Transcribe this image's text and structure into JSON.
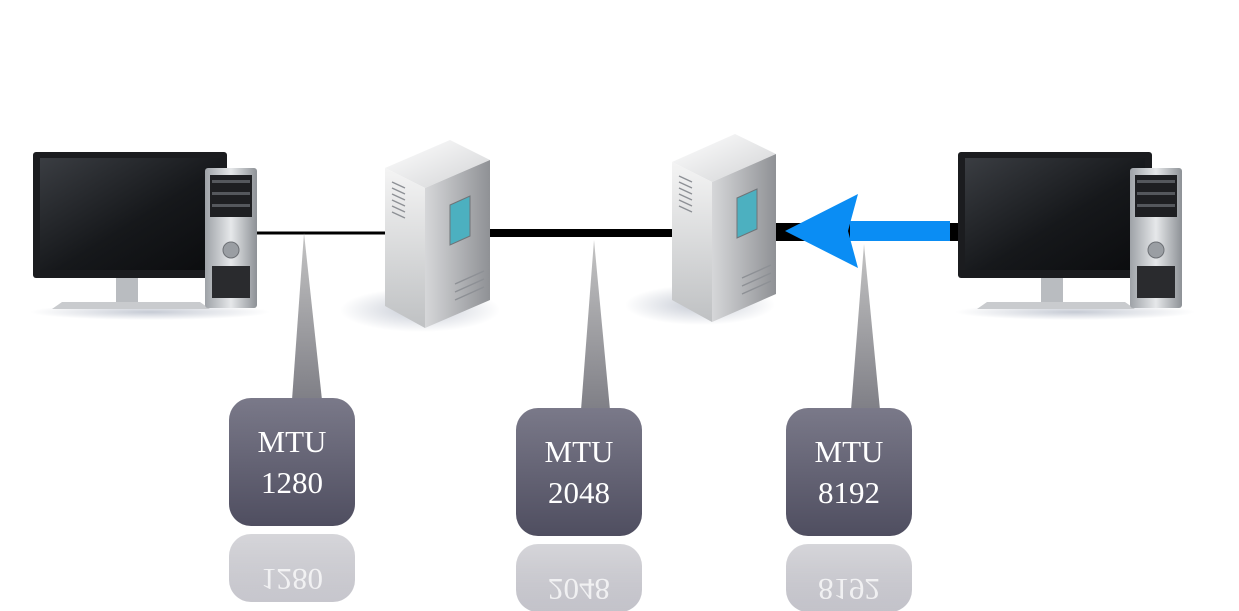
{
  "diagram": {
    "nodes": [
      {
        "id": "host-left",
        "type": "workstation"
      },
      {
        "id": "router-1",
        "type": "server"
      },
      {
        "id": "router-2",
        "type": "server"
      },
      {
        "id": "host-right",
        "type": "workstation"
      }
    ],
    "links": [
      {
        "id": "link-1",
        "line": "MTU",
        "value": "1280"
      },
      {
        "id": "link-2",
        "line": "MTU",
        "value": "2048"
      },
      {
        "id": "link-3",
        "line": "MTU",
        "value": "8192"
      }
    ],
    "arrow": {
      "direction": "right-to-left",
      "icon": "arrow-left-icon"
    },
    "colors": {
      "arrow": "#0a8df4",
      "label_bg": "#5b5a6c",
      "callout": "#9a9a9a",
      "wire": "#000000"
    }
  }
}
